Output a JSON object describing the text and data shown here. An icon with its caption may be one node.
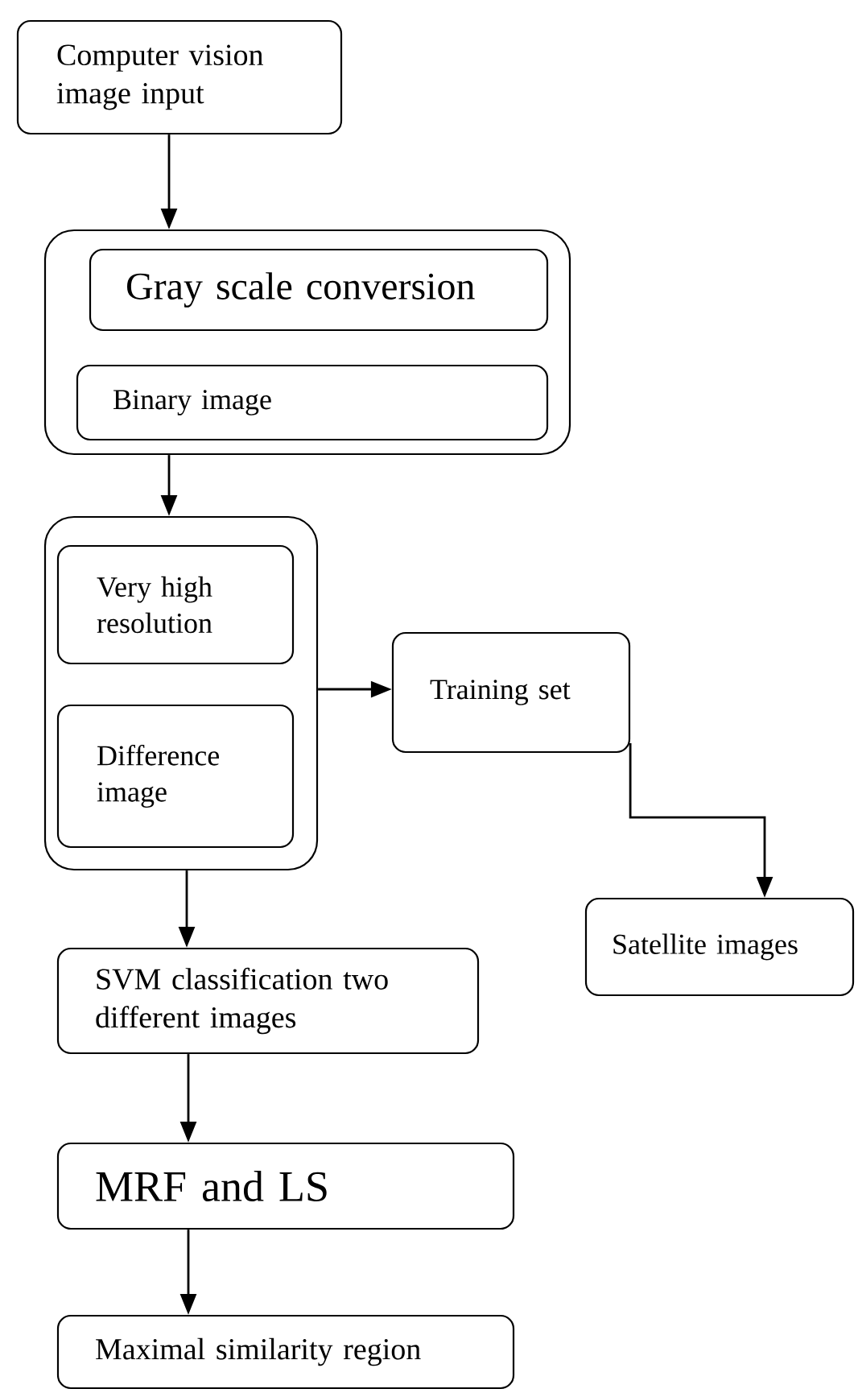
{
  "diagram": {
    "nodes": [
      {
        "text": [
          "Computer vision image input"
        ]
      },
      {
        "text": [],
        "shape": "box"
      },
      {
        "text": [
          "Gray scale conversion"
        ],
        "in": 1
      },
      {
        "text": [
          "Binary image"
        ],
        "in": 1
      },
      {
        "text": [],
        "shape": "box"
      },
      {
        "text": [
          "Very high resolution"
        ],
        "in": 4
      },
      {
        "text": [
          "Difference image"
        ],
        "in": 4
      },
      {
        "text": [
          "Training set"
        ]
      },
      {
        "text": [
          "Satellite images"
        ]
      },
      {
        "text": [
          "SVM classification two different images"
        ]
      },
      {
        "text": [
          "MRF and LS"
        ]
      },
      {
        "text": [
          "Maximal similarity region"
        ]
      }
    ],
    "edges": [
      {
        "from": 0,
        "to": 1,
        "arrow": "to"
      },
      {
        "from": 1,
        "to": 4,
        "arrow": "to"
      },
      {
        "from": 4,
        "to": 7,
        "arrow": "to"
      },
      {
        "from": 7,
        "to": 8,
        "arrow": "to"
      },
      {
        "from": 4,
        "to": 9,
        "arrow": "to"
      },
      {
        "from": 9,
        "to": 10,
        "arrow": "to"
      },
      {
        "from": 10,
        "to": 11,
        "arrow": "to"
      }
    ]
  }
}
